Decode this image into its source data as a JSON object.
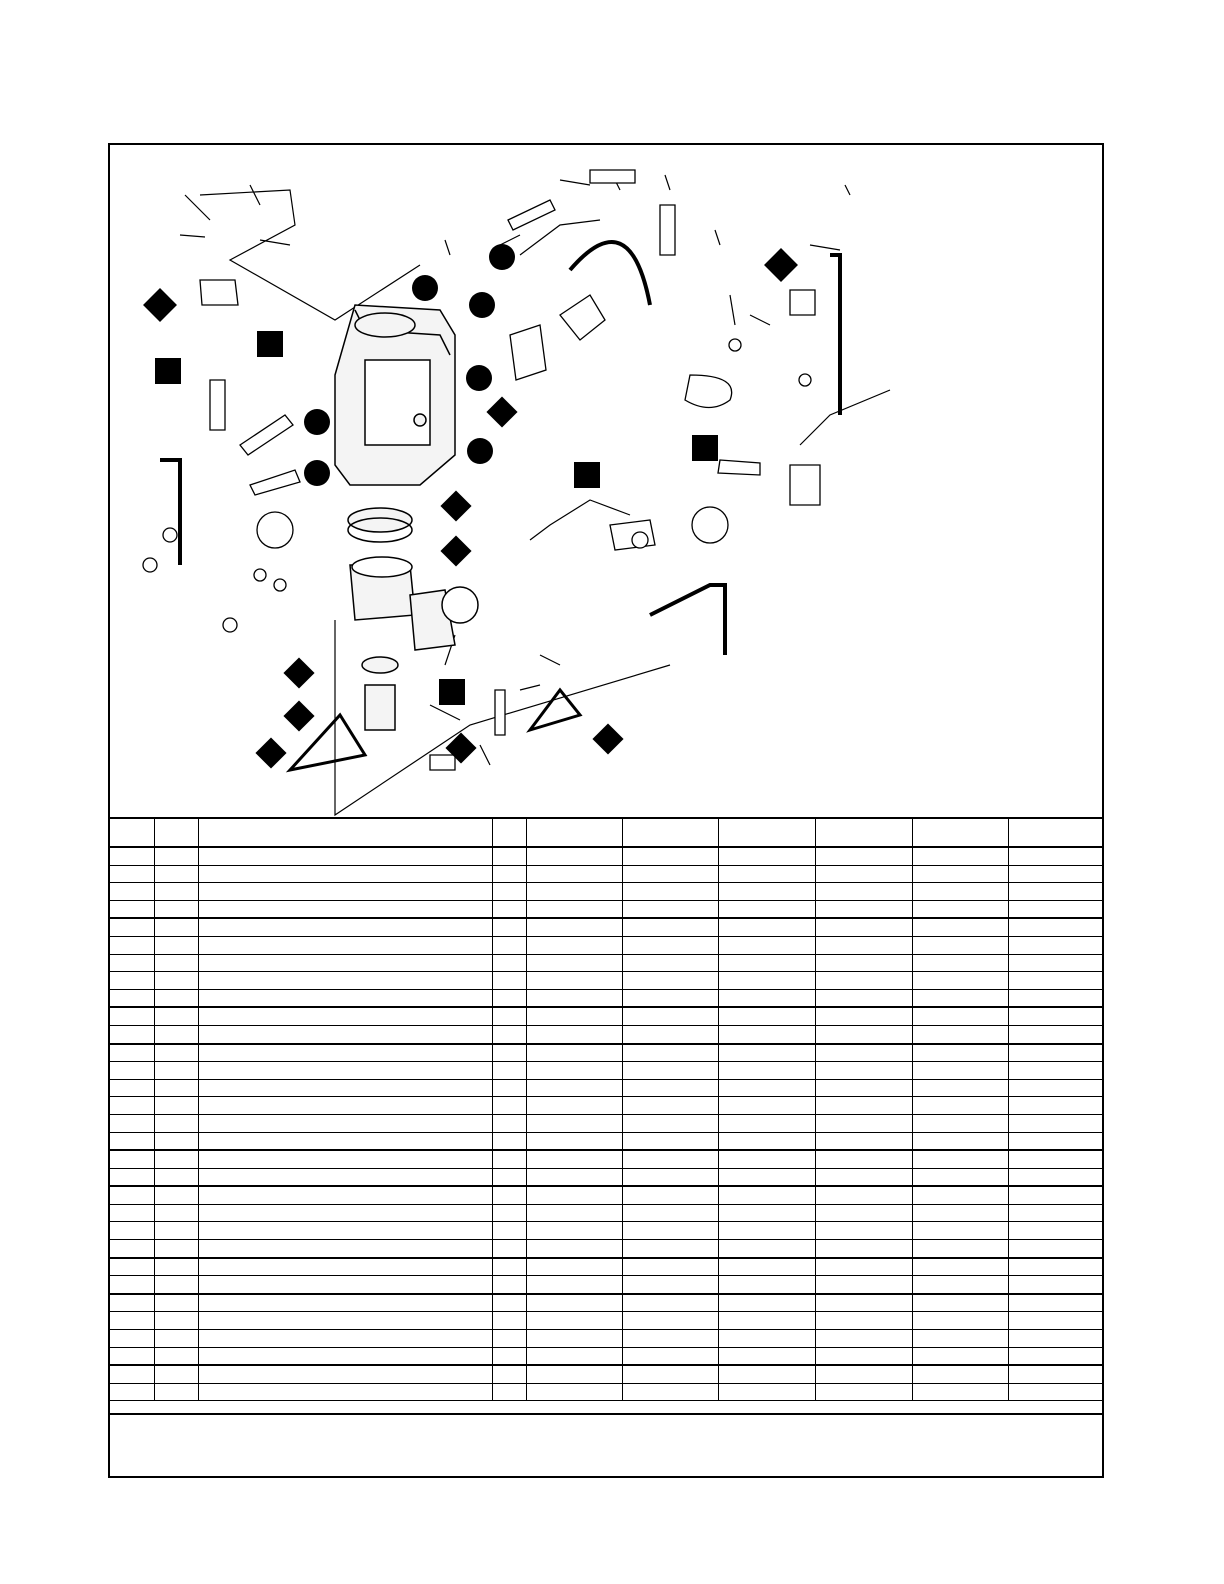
{
  "document": {
    "figure": {
      "line_color": "#000000",
      "callout_shapes": [
        "diamond",
        "circle",
        "square"
      ]
    },
    "parts_table": {
      "columns": [
        "",
        "",
        "",
        "",
        "",
        "",
        "",
        "",
        "",
        ""
      ],
      "rows": 31
    },
    "footnote": ""
  }
}
